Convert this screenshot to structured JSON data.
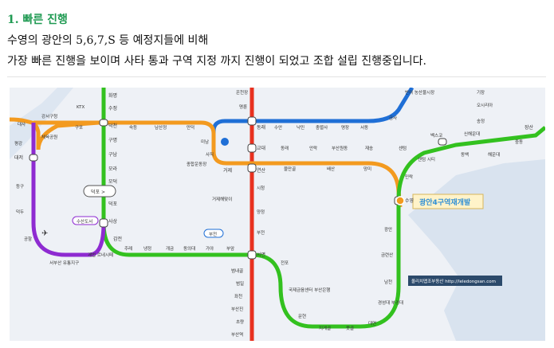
{
  "article": {
    "heading": "1. 빠른 진행",
    "line1": "수영의 광안의 5,6,7,S 등 예정지들에 비해",
    "line2": "가장 빠른 진행을 보이며 사타 통과 구역 지정 까지 진행이 되었고 조합 설립 진행중입니다."
  },
  "map": {
    "colors": {
      "line1": "#e8311f",
      "line2": "#33c11f",
      "line3": "#f39a1f",
      "line4": "#1f6fd6",
      "busan_gimhae": "#8e2bd1",
      "water": "#dde6f1"
    },
    "banner": "광안4구역재개발",
    "watermark": "올리치맵조부동산 http://leledongsan.com",
    "stations": {
      "hwamyeong": "화명",
      "sujeong": "수정",
      "deokcheon": "덕천",
      "gupo": "구포",
      "sukdeung": "숙등",
      "namsanjeong": "남산정",
      "mandeok": "만덕",
      "minam": "미남",
      "dongnae": "동래",
      "suan": "수안",
      "nakmin": "낙민",
      "chungnyeolsa": "충렬사",
      "myeongjang": "명장",
      "seodong": "서동",
      "geumsa": "금사",
      "banyeo": "반여\n농산물시장",
      "gijang": "기장",
      "osiria": "오시리아",
      "songjeong": "송정",
      "sinhaeundae": "신해운대",
      "bexco": "벡스코",
      "dongbaek": "동백",
      "haeundae": "해운대",
      "jungdong": "중동",
      "jangsan": "장산",
      "oncheonjang": "온천장",
      "myeongnyun": "명륜",
      "gyodae": "교대",
      "dongnae_east": "동래",
      "allak": "안락",
      "busanwondong": "부산원동",
      "jaesong": "재송",
      "centum": "센텀",
      "centum_city": "센텀\n시티",
      "minrak": "민락",
      "suyeong": "수영",
      "geoje": "거제",
      "yeonsan": "연산",
      "mulmangol": "물만골",
      "baesan": "배산",
      "mangmi": "망미",
      "sajik": "사직",
      "sports_complex": "종합운동장",
      "geoje_haemaji": "거제해맞이",
      "sicheong": "시청",
      "yangjeong": "양정",
      "bujeon": "부전",
      "bujeon_top": "부전",
      "seomyeon": "서면",
      "gwangan": "광안",
      "geumnyeonsan": "금련산",
      "namcheon": "남천",
      "kyungsung": "경성대\n부경대",
      "daeyeon": "대연",
      "motgol": "못골",
      "jigegol": "지게골",
      "munhyeon": "문현",
      "international_finance": "국제금융센터\n부산은행",
      "jeonpo": "전포",
      "beomnaegol": "범내골",
      "beomil": "범일",
      "jwacheon": "좌천",
      "busanjin": "부산진",
      "choryang": "초량",
      "busanyeok": "부산역",
      "gupo2": "구명",
      "gunam": "구남",
      "mora": "모라",
      "mojeong": "모덕",
      "deokpo": "덕포",
      "sasang": "사상",
      "gamjeon": "감전",
      "jurye": "주례",
      "naengjeong": "냉정",
      "gaegeum": "개금",
      "dongui": "동의대",
      "gaya": "가야",
      "buam": "부암",
      "gangseogucheong": "강서구청",
      "chukgu": "체육공원",
      "daejeo": "대저",
      "pyeonggang": "평강",
      "daesa": "대사",
      "deungu": "등구",
      "deokdu": "덕두",
      "gongjang": "공항",
      "seobusan": "서부산\n유통지구",
      "gwaebeop": "괘법\n르네시떼",
      "deokpo_tag": "덕포 >",
      "sasang_tag": "수산도서",
      "ktx": "KTX"
    }
  }
}
